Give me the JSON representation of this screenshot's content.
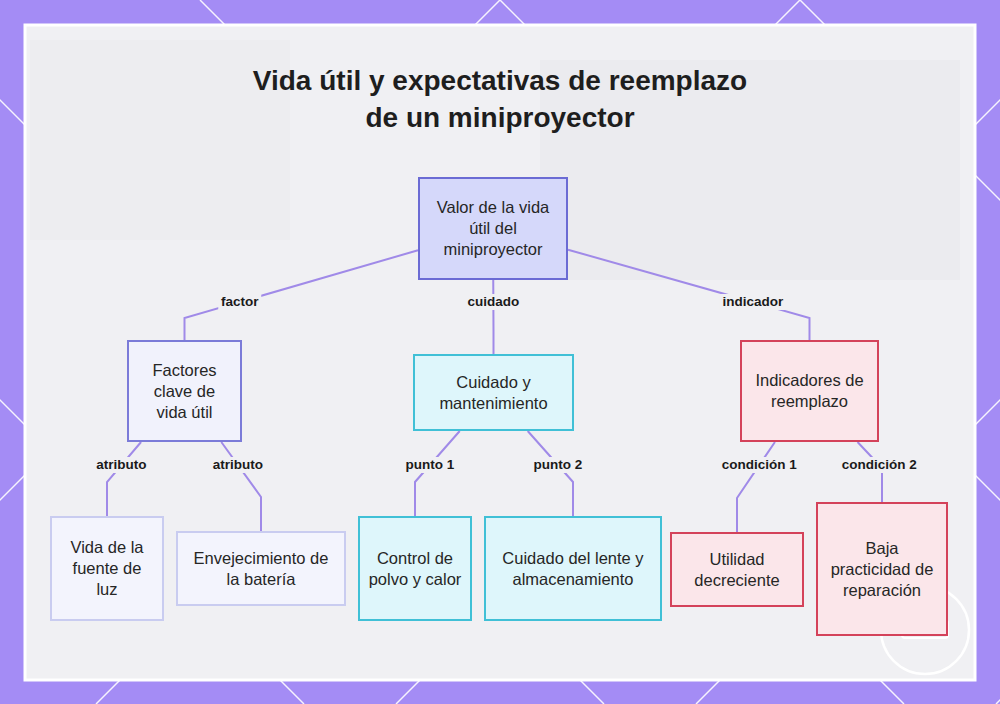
{
  "diagram": {
    "title": "Vida útil y expectativas de reemplazo de un miniproyector",
    "nodes": [
      {
        "text": [
          "Valor de la vida útil del miniproyector"
        ]
      },
      {
        "text": [
          "Factores clave de vida útil"
        ]
      },
      {
        "text": [
          "Cuidado y mantenimiento"
        ]
      },
      {
        "text": [
          "Indicadores de reemplazo"
        ]
      },
      {
        "text": [
          "Vida de la fuente de luz"
        ]
      },
      {
        "text": [
          "Envejecimiento de la batería"
        ]
      },
      {
        "text": [
          "Control de polvo y calor"
        ]
      },
      {
        "text": [
          "Cuidado del lente y almacenamiento"
        ]
      },
      {
        "text": [
          "Utilidad decreciente"
        ]
      },
      {
        "text": [
          "Baja practicidad de reparación"
        ]
      }
    ],
    "edges": [
      {
        "from": 0,
        "to": 1,
        "label": "factor",
        "arrow": "none"
      },
      {
        "from": 0,
        "to": 2,
        "label": "cuidado",
        "arrow": "none"
      },
      {
        "from": 0,
        "to": 3,
        "label": "indicador",
        "arrow": "none"
      },
      {
        "from": 1,
        "to": 4,
        "label": "atributo",
        "arrow": "none"
      },
      {
        "from": 1,
        "to": 5,
        "label": "atributo",
        "arrow": "none"
      },
      {
        "from": 2,
        "to": 6,
        "label": "punto 1",
        "arrow": "none"
      },
      {
        "from": 2,
        "to": 7,
        "label": "punto 2",
        "arrow": "none"
      },
      {
        "from": 3,
        "to": 8,
        "label": "condición 1",
        "arrow": "none"
      },
      {
        "from": 3,
        "to": 9,
        "label": "condición 2",
        "arrow": "none"
      }
    ]
  }
}
